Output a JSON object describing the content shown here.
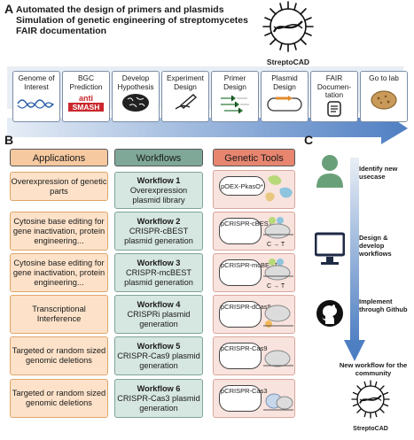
{
  "panel_a": {
    "letter": "A",
    "lines": [
      "Automated the design of primers and plasmids",
      "Simulation of genetic engineering of streptomycetes",
      "FAIR documentation"
    ],
    "logo_label": "StreptoCAD",
    "steps": [
      {
        "label": "Genome of Interest",
        "icon": "dna-wave-icon"
      },
      {
        "label": "BGC Prediction",
        "icon": "antismash-logo"
      },
      {
        "label": "Develop Hypothesis",
        "icon": "brain-icon"
      },
      {
        "label": "Experiment Design",
        "icon": "pen-writing-icon"
      },
      {
        "label": "Primer Design",
        "icon": "primer-arrows-icon"
      },
      {
        "label": "Plasmid Design",
        "icon": "plasmid-map-icon"
      },
      {
        "label": "FAIR Documen-tation",
        "icon": "document-icon"
      },
      {
        "label": "Go to lab",
        "icon": "petri-dish-icon"
      }
    ],
    "antismash_top": "anti",
    "antismash_bottom": "SMASH"
  },
  "panel_b": {
    "letter": "B",
    "headers": {
      "applications": "Applications",
      "workflows": "Workflows",
      "tools": "Genetic Tools"
    },
    "colors": {
      "applications": "#f6c9a0",
      "workflows": "#7fa898",
      "tools": "#e7856f"
    },
    "rows": [
      {
        "application": "Overexpression of genetic parts",
        "workflow_title": "Workflow 1",
        "workflow_desc": "Overexpression plasmid library",
        "plasmid": "pOEX-PkasO*"
      },
      {
        "application": "Cytosine base editing for gene inactivation, protein engineering...",
        "workflow_title": "Workflow 2",
        "workflow_desc": "CRISPR-cBEST plasmid generation",
        "plasmid": "pCRISPR-cBEST",
        "edit": "C → T"
      },
      {
        "application": "Cytosine base editing for gene inactivation, protein engineering...",
        "workflow_title": "Workflow 3",
        "workflow_desc": "CRISPR-mcBEST plasmid generation",
        "plasmid": "pCRISPR-mcBEST",
        "edit": "C → T"
      },
      {
        "application": "Transcriptional Interference",
        "workflow_title": "Workflow 4",
        "workflow_desc": "CRISPRi plasmid generation",
        "plasmid": "pCRISPR-dCas9"
      },
      {
        "application": "Targeted or random sized genomic deletions",
        "workflow_title": "Workflow 5",
        "workflow_desc": "CRISPR-Cas9 plasmid generation",
        "plasmid": "pCRISPR-Cas9"
      },
      {
        "application": "Targeted or random sized genomic deletions",
        "workflow_title": "Workflow 6",
        "workflow_desc": "CRISPR-Cas3 plasmid generation",
        "plasmid": "pCRISPR-Cas3"
      }
    ]
  },
  "panel_c": {
    "letter": "C",
    "steps": [
      {
        "label": "Identify new usecase",
        "icon": "user-icon"
      },
      {
        "label": "Design & develop workflows",
        "icon": "monitor-icon"
      },
      {
        "label": "Implement through Github",
        "icon": "github-icon"
      }
    ],
    "new_workflow_label": "New workflow for the community",
    "logo_label": "StreptoCAD"
  }
}
